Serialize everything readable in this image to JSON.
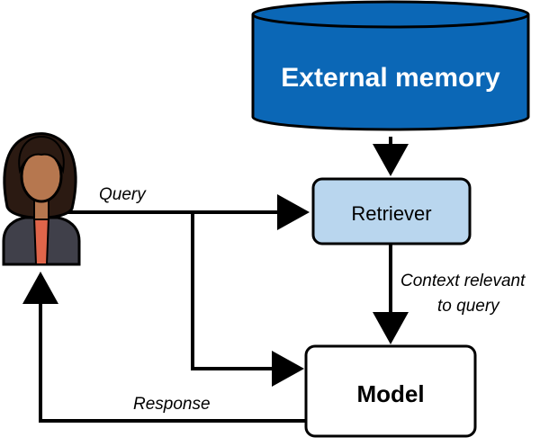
{
  "diagram": {
    "nodes": {
      "external_memory": {
        "label": "External memory",
        "fill": "#0b67b6",
        "stroke": "#000000"
      },
      "retriever": {
        "label": "Retriever",
        "fill": "#b9d6ee",
        "stroke": "#000000"
      },
      "model": {
        "label": "Model",
        "fill": "#ffffff",
        "stroke": "#000000"
      },
      "user": {
        "icon": "user-avatar-icon"
      }
    },
    "edges": {
      "query": {
        "label": "Query"
      },
      "context": {
        "label_line1": "Context relevant",
        "label_line2": "to query"
      },
      "response": {
        "label": "Response"
      }
    },
    "colors": {
      "line": "#000000",
      "skin": "#b6774f",
      "hair": "#2b1a12",
      "jacket": "#40404a",
      "shirt": "#e0654a"
    }
  }
}
